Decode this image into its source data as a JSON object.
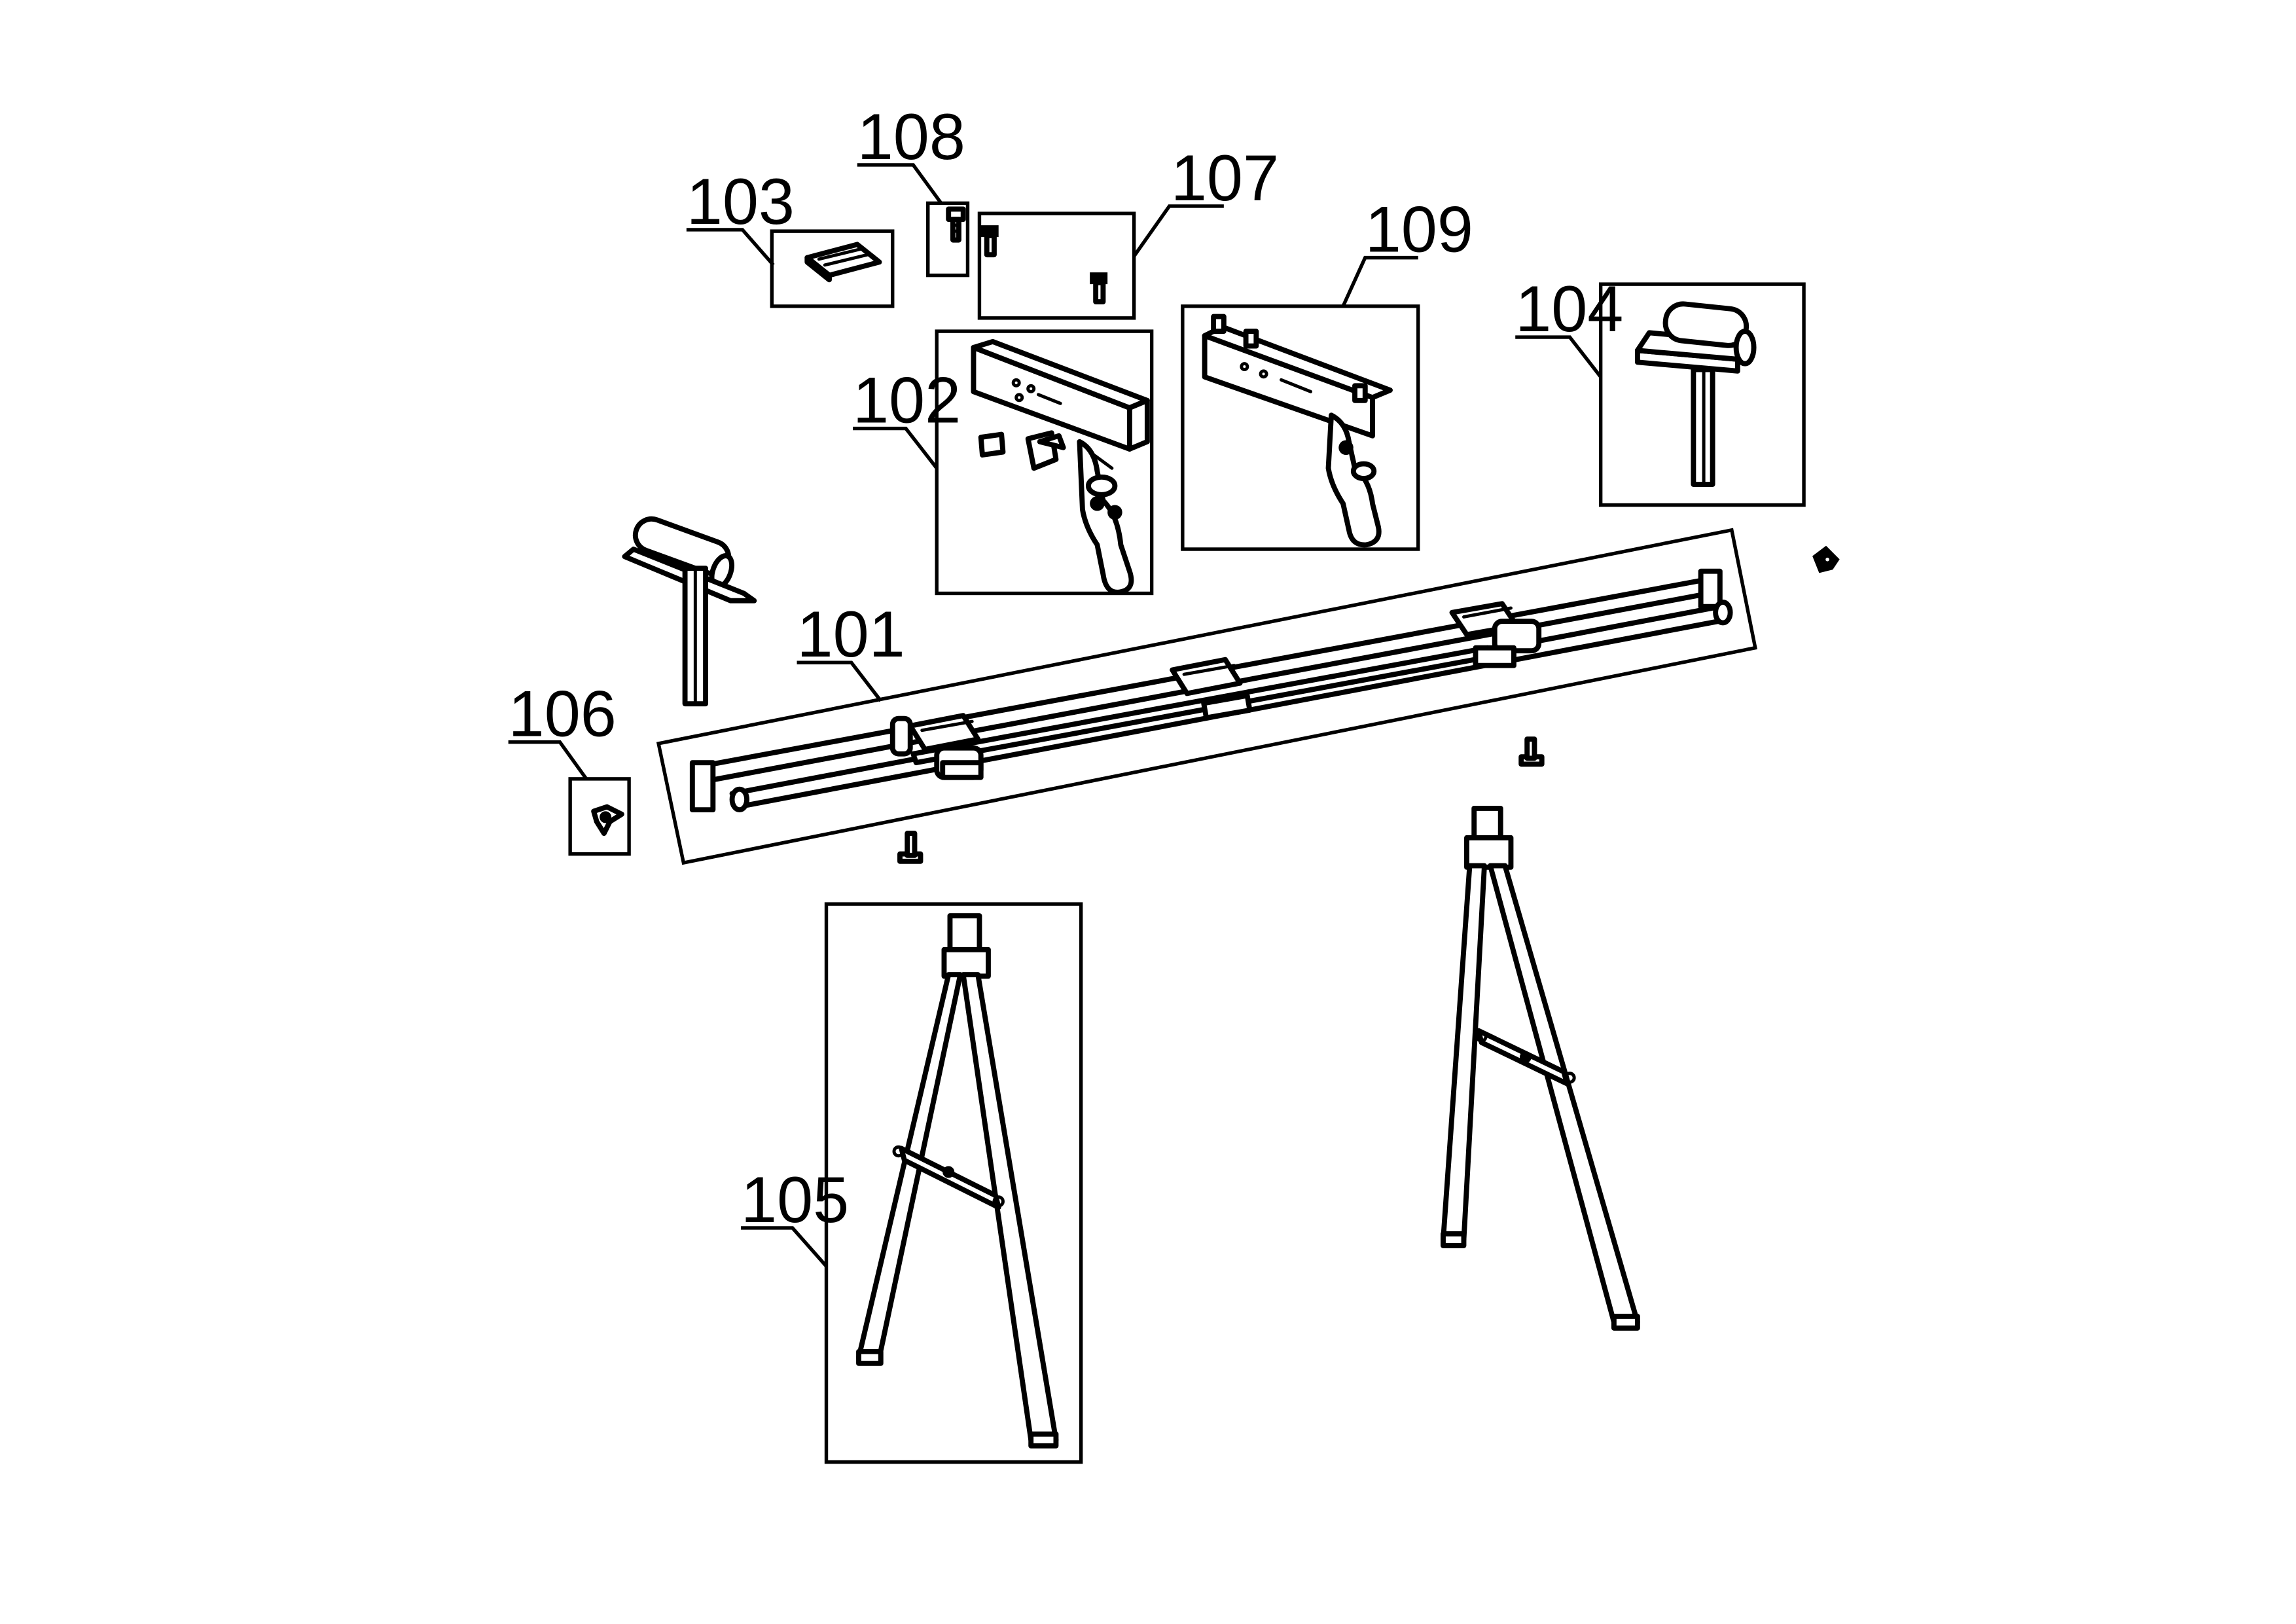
{
  "parts": [
    {
      "id": "p101",
      "number": "101"
    },
    {
      "id": "p102",
      "number": "102"
    },
    {
      "id": "p103",
      "number": "103"
    },
    {
      "id": "p104",
      "number": "104"
    },
    {
      "id": "p105",
      "number": "105"
    },
    {
      "id": "p106",
      "number": "106"
    },
    {
      "id": "p107",
      "number": "107"
    },
    {
      "id": "p108",
      "number": "108"
    },
    {
      "id": "p109",
      "number": "109"
    }
  ]
}
